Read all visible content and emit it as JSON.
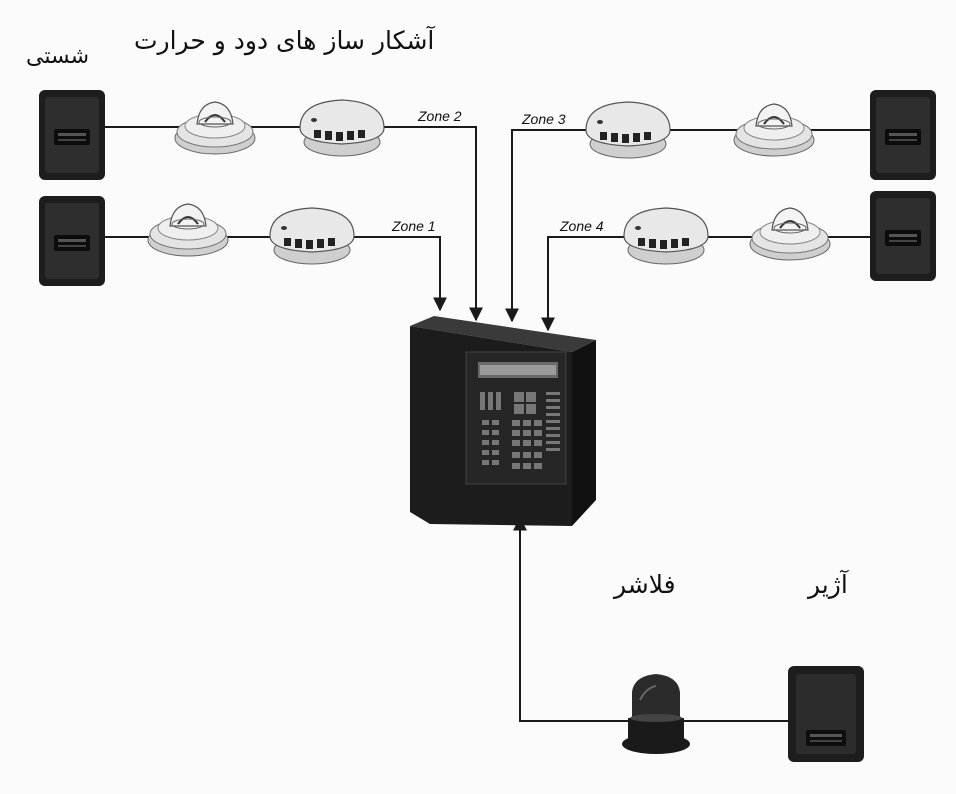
{
  "labels": {
    "manual_call_point": "شستی",
    "smoke_heat_detectors": "آشکار ساز های دود و حرارت",
    "flasher": "فلاشر",
    "buzzer": "آژیر"
  },
  "zones": {
    "zone1": "Zone 1",
    "zone2": "Zone 2",
    "zone3": "Zone 3",
    "zone4": "Zone 4"
  },
  "icons": {
    "manual_call_point": "pull-station-icon",
    "heat_detector": "heat-detector-icon",
    "smoke_detector": "smoke-detector-icon",
    "control_panel": "fire-alarm-panel-icon",
    "flasher": "strobe-beacon-icon",
    "buzzer": "siren-icon"
  },
  "colors": {
    "line": "#1a1a1a",
    "device_dark": "#222222",
    "device_light": "#e6e6e6"
  }
}
